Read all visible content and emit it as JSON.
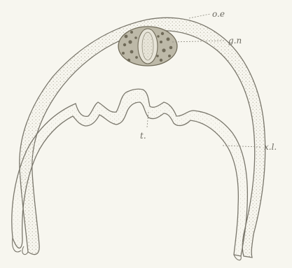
{
  "figure": {
    "labels": {
      "oe": "o.e",
      "gn": "g.n",
      "t": "t.",
      "xl": "x.l."
    },
    "colors": {
      "background": "#f7f6ef",
      "outline": "#7a776c",
      "shade": "#cfccbf",
      "ganglion_fill": "#bdb9a8",
      "ganglion_dots": "#6f6a58",
      "labels": "#6d6b62"
    }
  }
}
